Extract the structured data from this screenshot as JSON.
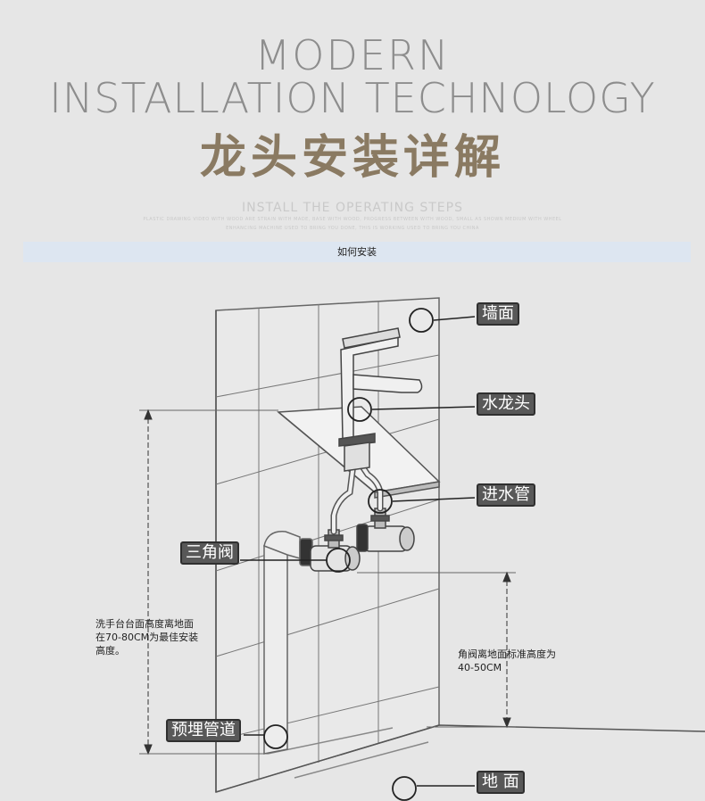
{
  "header": {
    "title_line1": "MODERN",
    "title_line2": "INSTALLATION TECHNOLOGY",
    "title_cn": "龙头安装详解",
    "subtitle": "INSTALL THE OPERATING STEPS",
    "fine_print_1": "PLASTIC DRAWING VIDEO WITH WOOD ARE STRAIN WITH MADE, BASE WITH WOOD, PROGRESS BETWEEN WITH WOOD, SMALL AS SHOWN MEDIUM WITH WHEEL",
    "fine_print_2": "ENHANCING MACHINE USED TO BRING YOU DONE, THIS IS WORKING USED TO BRING YOU CHINA"
  },
  "section_bar": {
    "label": "如何安装"
  },
  "labels": {
    "wall": "墙面",
    "faucet": "水龙头",
    "inlet_pipe": "进水管",
    "angle_valve": "三角阀",
    "embedded_pipe": "预埋管道",
    "floor": "地 面"
  },
  "notes": {
    "basin_height": [
      "洗手台台面高度离地面",
      "在70-80CM为最佳安装",
      "高度。"
    ],
    "valve_height": [
      "角阀离地面标准高度为",
      "40-50CM"
    ]
  },
  "colors": {
    "background": "#e6e6e6",
    "title_gray": "#8d8d8d",
    "title_cn": "#8a7a62",
    "bar": "#dde6f1",
    "tag_bg": "#585858"
  }
}
